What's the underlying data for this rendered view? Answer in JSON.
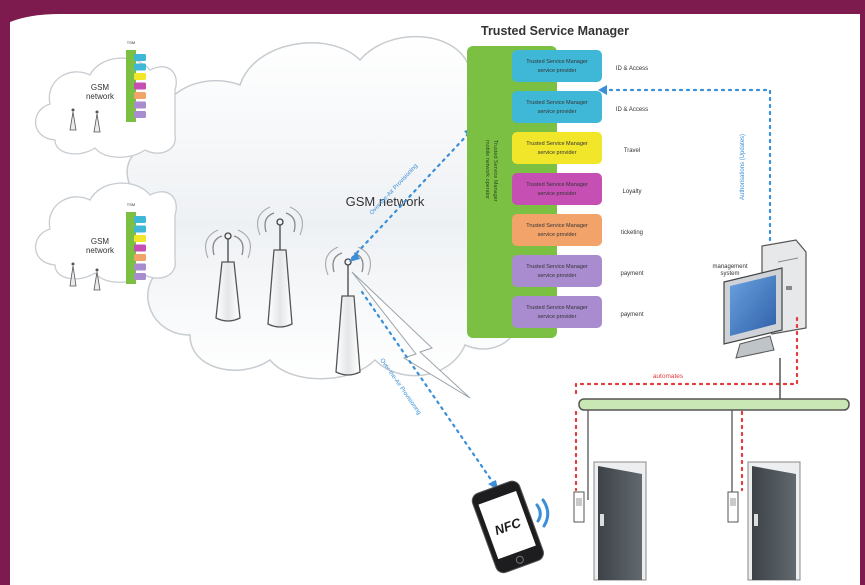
{
  "diagram": {
    "title": "Trusted Service Manager",
    "gsm_network_label": "GSM network",
    "small_gsm_top": {
      "label": "GSM network",
      "tsm_label": "TSM"
    },
    "small_gsm_mid": {
      "label": "GSM network",
      "tsm_label": "TSM"
    },
    "tsm_vertical_label": "Trusted Service Manager",
    "tsm_vertical_label_2": "mobile network operator",
    "provider_line_1": "Trusted Service Manager",
    "provider_line_2": "service provider",
    "providers": [
      {
        "service": "ID & Access",
        "color": "#3fb7d6"
      },
      {
        "service": "ID & Access",
        "color": "#3fb7d6"
      },
      {
        "service": "Travel",
        "color": "#f2e62a"
      },
      {
        "service": "Loyalty",
        "color": "#c64fb4"
      },
      {
        "service": "ticketing",
        "color": "#f2a36a"
      },
      {
        "service": "payment",
        "color": "#a98bcf"
      },
      {
        "service": "payment",
        "color": "#a98bcf"
      }
    ],
    "link_ota_label": "Over-the-Air Provisioning",
    "link_nfc_label": "Over-the-Air Provisioning",
    "link_mgmt_label": "Authorisations (Updates)",
    "management_system_label": "management system",
    "automates_label": "automates",
    "nfc_label": "NFC",
    "colors": {
      "tsm_green": "#7cc043",
      "dotted_blue": "#3a8fd8",
      "dotted_red": "#e23b3b",
      "bus_green": "#c9e7b4"
    }
  }
}
